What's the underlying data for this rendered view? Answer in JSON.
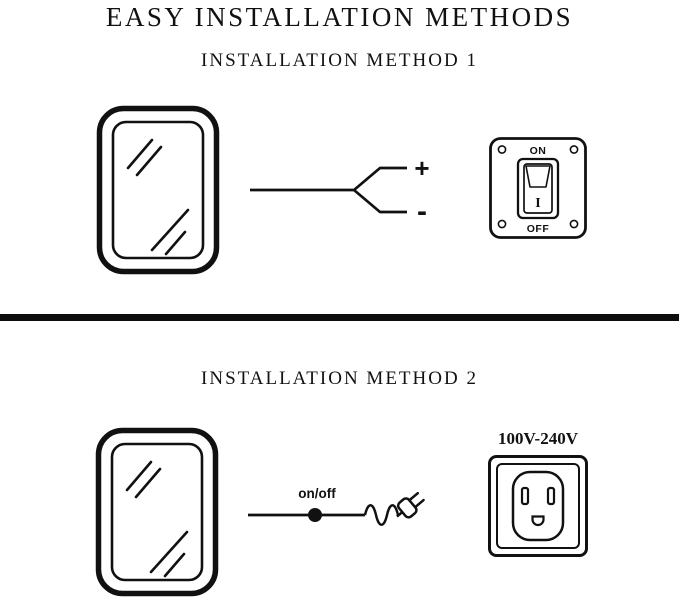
{
  "title": "EASY INSTALLATION METHODS",
  "method1": {
    "heading": "INSTALLATION METHOD 1",
    "wire": {
      "plus": "+",
      "minus": "-"
    },
    "switch": {
      "on": "ON",
      "off": "OFF",
      "rocker": "I"
    }
  },
  "method2": {
    "heading": "INSTALLATION METHOD 2",
    "wire": {
      "onoff": "on/off"
    },
    "outlet": {
      "voltage": "100V-240V"
    }
  }
}
